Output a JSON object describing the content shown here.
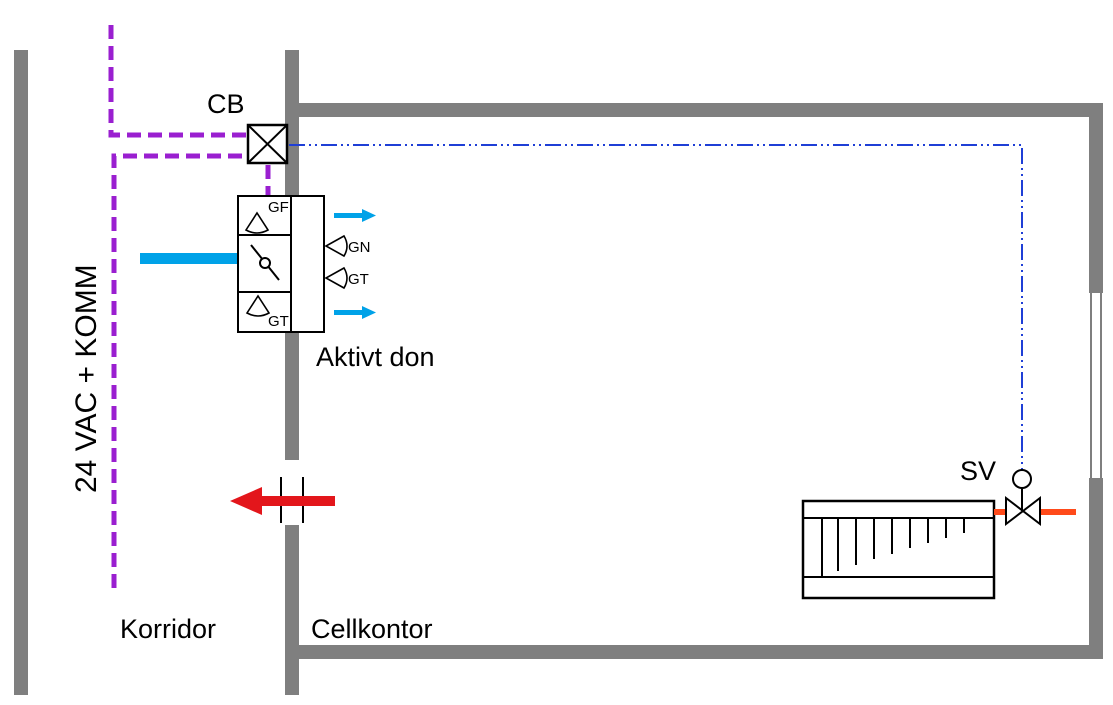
{
  "labels": {
    "cb": "CB",
    "supply_label": "24 VAC + KOMM",
    "device": "Aktivt don",
    "sv": "SV",
    "room_left": "Korridor",
    "room_right": "Cellkontor",
    "sensor_gf": "GF",
    "sensor_gn": "GN",
    "sensor_gt_right": "GT",
    "sensor_gt_lower": "GT"
  },
  "colors": {
    "wall": "#7f7f7f",
    "power_comm_line": "#9a1fd0",
    "signal_line": "#1f3fd6",
    "supply_air": "#00a2e8",
    "extract_air": "#e3161b",
    "heating_pipe": "#ff4a1a"
  }
}
